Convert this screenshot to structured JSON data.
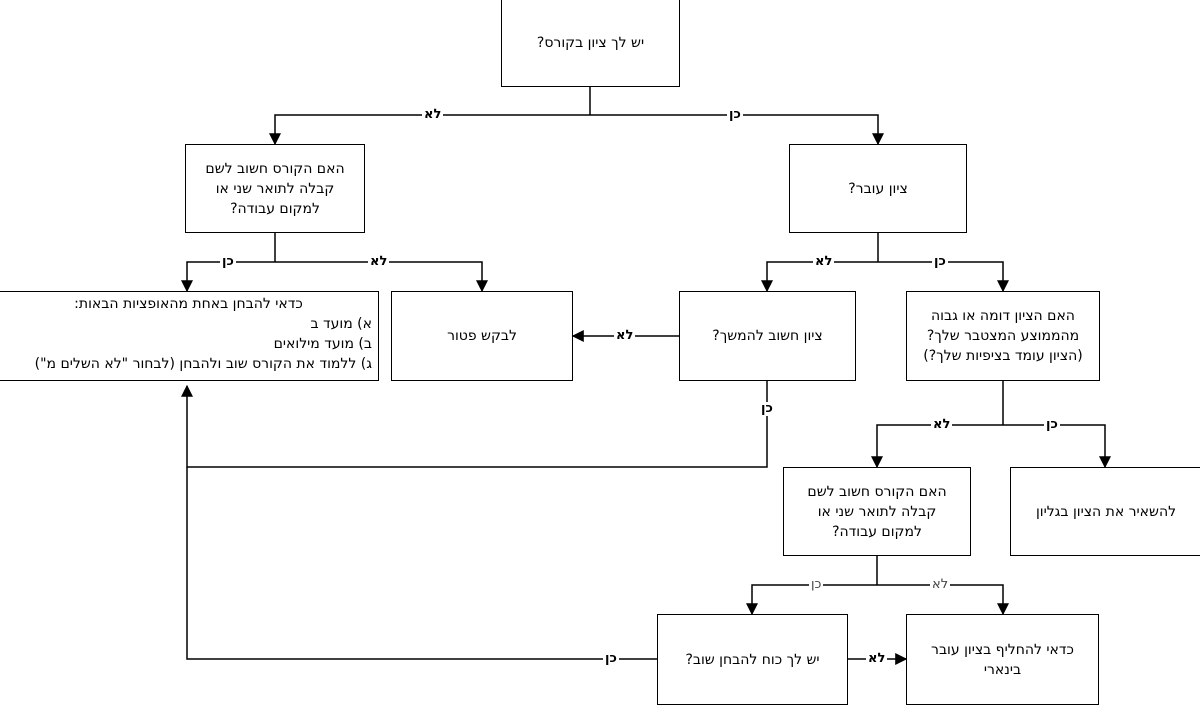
{
  "nodes": {
    "have_grade": "יש לך ציון בקורס?",
    "course_important_top": "האם הקורס חשוב לשם\nקבלה לתואר שני או\nלמקום עבודה?",
    "passing_grade": "ציון עובר?",
    "exam_options": {
      "title": "כדאי להבחן באחת מהאופציות הבאות:",
      "items": [
        "א) מועד ב",
        "ב) מועד מילואים",
        "ג) ללמוד את הקורס שוב ולהבחן (לבחור \"לא השלים מ\")"
      ]
    },
    "request_exemption": "לבקש פטור",
    "grade_important_next": "ציון חשוב להמשך?",
    "grade_similar": "האם הציון דומה או גבוה\nמהממוצע המצטבר שלך?\n(הציון עומד בציפיות שלך?)",
    "course_important_bottom": "האם הקורס חשוב לשם\nקבלה לתואר שני או\nלמקום עבודה?",
    "keep_grade": "להשאיר את הציון בגליון",
    "strength_retake": "יש לך כוח להבחן שוב?",
    "switch_binary": "כדאי להחליף בציון עובר\nבינארי"
  },
  "labels": {
    "no": "לא",
    "yes": "כן"
  }
}
